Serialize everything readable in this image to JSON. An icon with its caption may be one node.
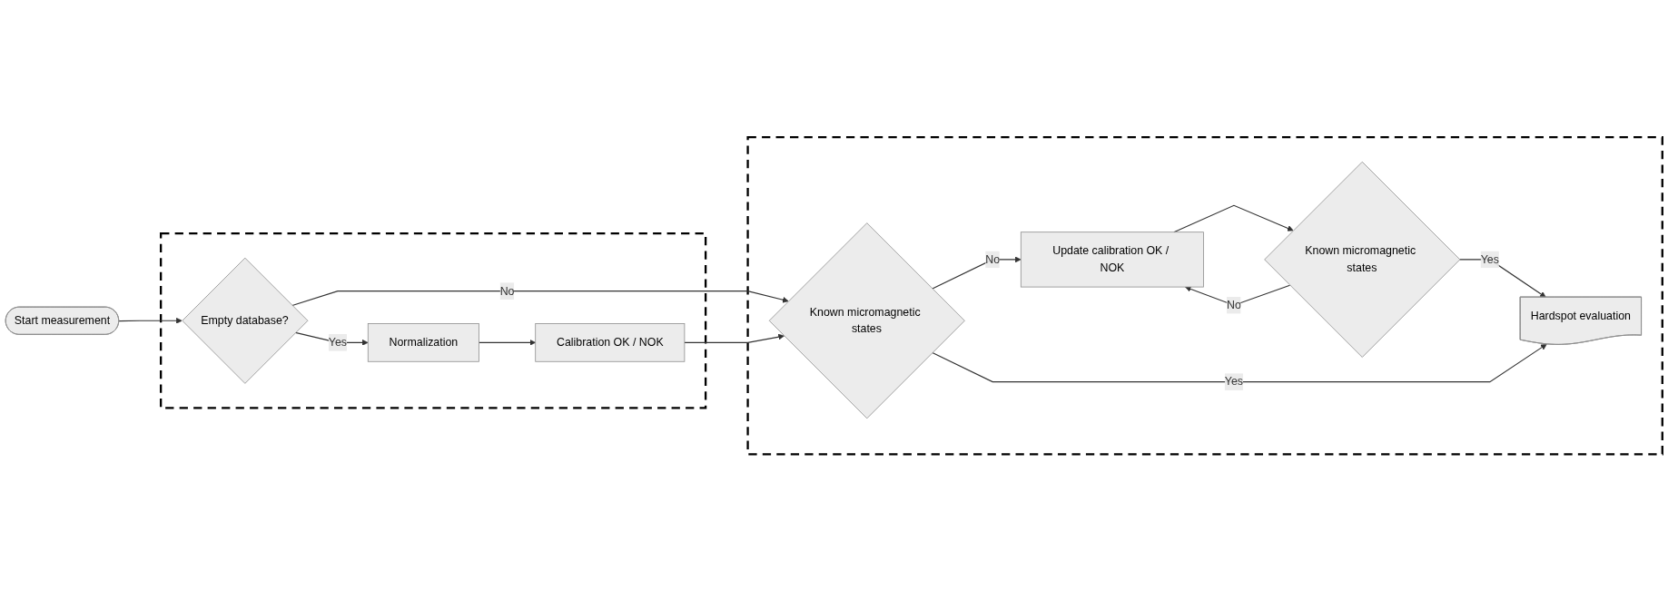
{
  "diagram": {
    "nodes": [
      {
        "text": [
          "Start measurement"
        ]
      },
      {
        "text": [],
        "shape": "box"
      },
      {
        "text": [
          "Empty database?"
        ],
        "in": 1
      },
      {
        "text": [
          "Normalization"
        ],
        "in": 1
      },
      {
        "text": [
          "Calibration OK / NOK"
        ],
        "in": 1
      },
      {
        "text": [],
        "shape": "box"
      },
      {
        "text": [
          "Known micromagnetic states"
        ],
        "in": 5
      },
      {
        "text": [
          "Update calibration OK / NOK"
        ],
        "in": 5
      },
      {
        "text": [
          "Known micromagnetic states"
        ],
        "in": 5
      },
      {
        "text": [
          "Hardspot evaluation"
        ],
        "in": 5
      }
    ],
    "edges": [
      {
        "from": 0,
        "to": 2,
        "arrow": "to"
      },
      {
        "from": 2,
        "to": 3,
        "label": "Yes",
        "arrow": "to"
      },
      {
        "from": 3,
        "to": 4,
        "arrow": "to"
      },
      {
        "from": 2,
        "to": 6,
        "label": "No",
        "arrow": "to"
      },
      {
        "from": 4,
        "to": 6,
        "arrow": "to"
      },
      {
        "from": 6,
        "to": 7,
        "label": "No",
        "arrow": "to"
      },
      {
        "from": 7,
        "to": 8,
        "arrow": "to"
      },
      {
        "from": 8,
        "to": 7,
        "label": "No",
        "arrow": "to"
      },
      {
        "from": 8,
        "to": 9,
        "label": "Yes",
        "arrow": "to"
      },
      {
        "from": 6,
        "to": 9,
        "label": "Yes",
        "arrow": "to"
      }
    ]
  }
}
